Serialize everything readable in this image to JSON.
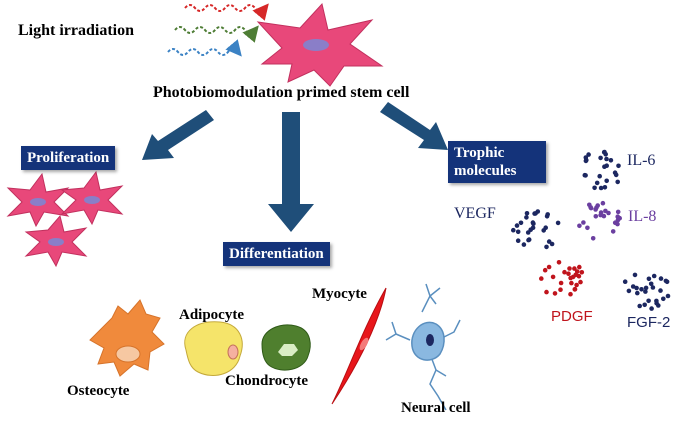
{
  "texts": {
    "light_irradiation": "Light irradiation",
    "primed_stem_cell": "Photobiomodulation primed stem cell",
    "proliferation": "Proliferation",
    "trophic_line1": "Trophic",
    "trophic_line2": "molecules",
    "differentiation": "Differentiation",
    "myocyte": "Myocyte",
    "adipocyte": "Adipocyte",
    "osteocyte": "Osteocyte",
    "chondrocyte": "Chondrocyte",
    "neural_cell": "Neural cell"
  },
  "molecules": {
    "il6": "IL-6",
    "vegf": "VEGF",
    "il8": "IL-8",
    "pdgf": "PDGF",
    "fgf2": "FGF-2"
  },
  "colors": {
    "arrow": "#1f4e79",
    "box": "#14337a",
    "stem_cell": "#e8487a",
    "nucleus": "#8a7ec8",
    "wave_red": "#d62828",
    "wave_green": "#4e7d35",
    "wave_blue": "#3b82c4",
    "osteocyte": "#f08a3c",
    "adipocyte": "#f5e46a",
    "chondrocyte": "#4f7f2e",
    "myocyte": "#e8161b",
    "neural": "#8ab8e0",
    "dots_navy": "#1c2760",
    "dots_purple": "#6b3fa0",
    "dots_red": "#c0141c",
    "il8_text": "#6b3fa0",
    "pdgf_text": "#c0141c"
  }
}
